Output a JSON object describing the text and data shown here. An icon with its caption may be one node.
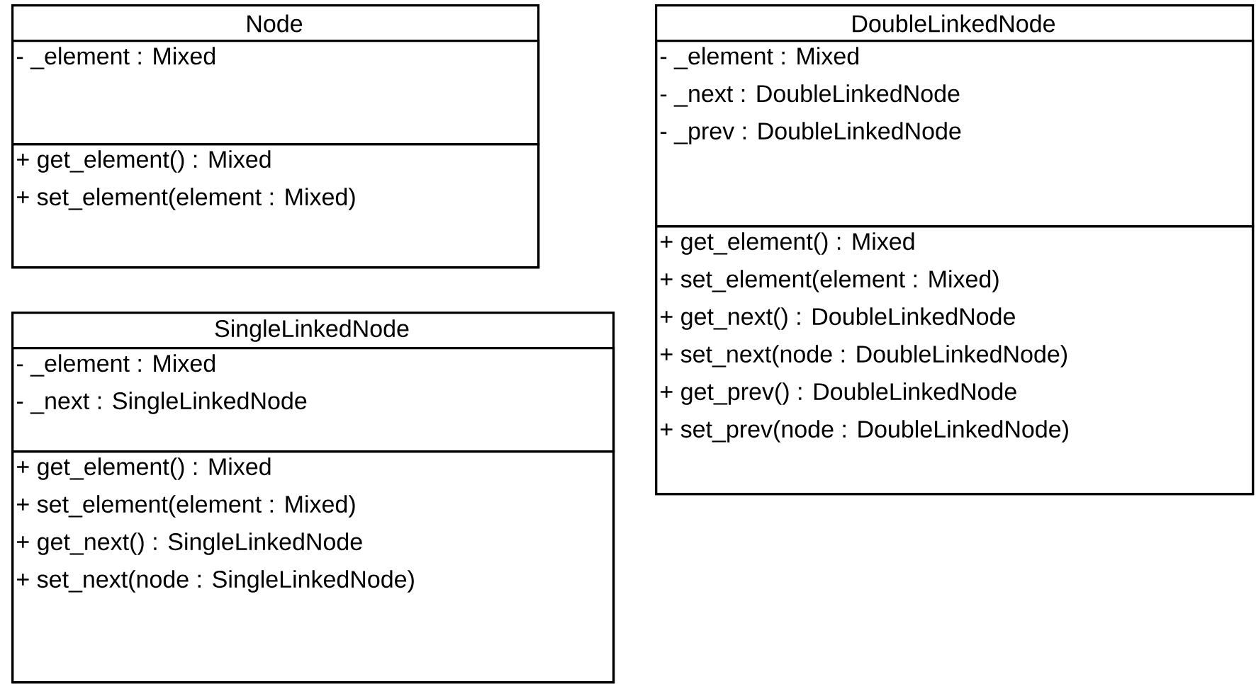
{
  "diagram": {
    "nodes": [
      {
        "text": [
          "Node"
        ]
      },
      {
        "text": [
          "- _element : Mixed"
        ],
        "in": 0
      },
      {
        "text": [
          "+ get_element() : Mixed",
          "+ set_element(element : Mixed)"
        ],
        "in": 0
      },
      {
        "text": [
          "SingleLinkedNode"
        ]
      },
      {
        "text": [
          "- _element : Mixed",
          "- _next : SingleLinkedNode"
        ],
        "in": 3
      },
      {
        "text": [
          "+ get_element() : Mixed",
          "+ set_element(element : Mixed)",
          "+ get_next() : SingleLinkedNode",
          "+ set_next(node : SingleLinkedNode)"
        ],
        "in": 3
      },
      {
        "text": [
          "DoubleLinkedNode"
        ]
      },
      {
        "text": [
          "- _element : Mixed",
          "- _next : DoubleLinkedNode",
          "- _prev : DoubleLinkedNode"
        ],
        "in": 6
      },
      {
        "text": [
          "+ get_element() : Mixed",
          "+ set_element(element : Mixed)",
          "+ get_next() : DoubleLinkedNode",
          "+ set_next(node : DoubleLinkedNode)",
          "+ get_prev() : DoubleLinkedNode",
          "+ set_prev(node : DoubleLinkedNode)"
        ],
        "in": 6
      }
    ]
  }
}
